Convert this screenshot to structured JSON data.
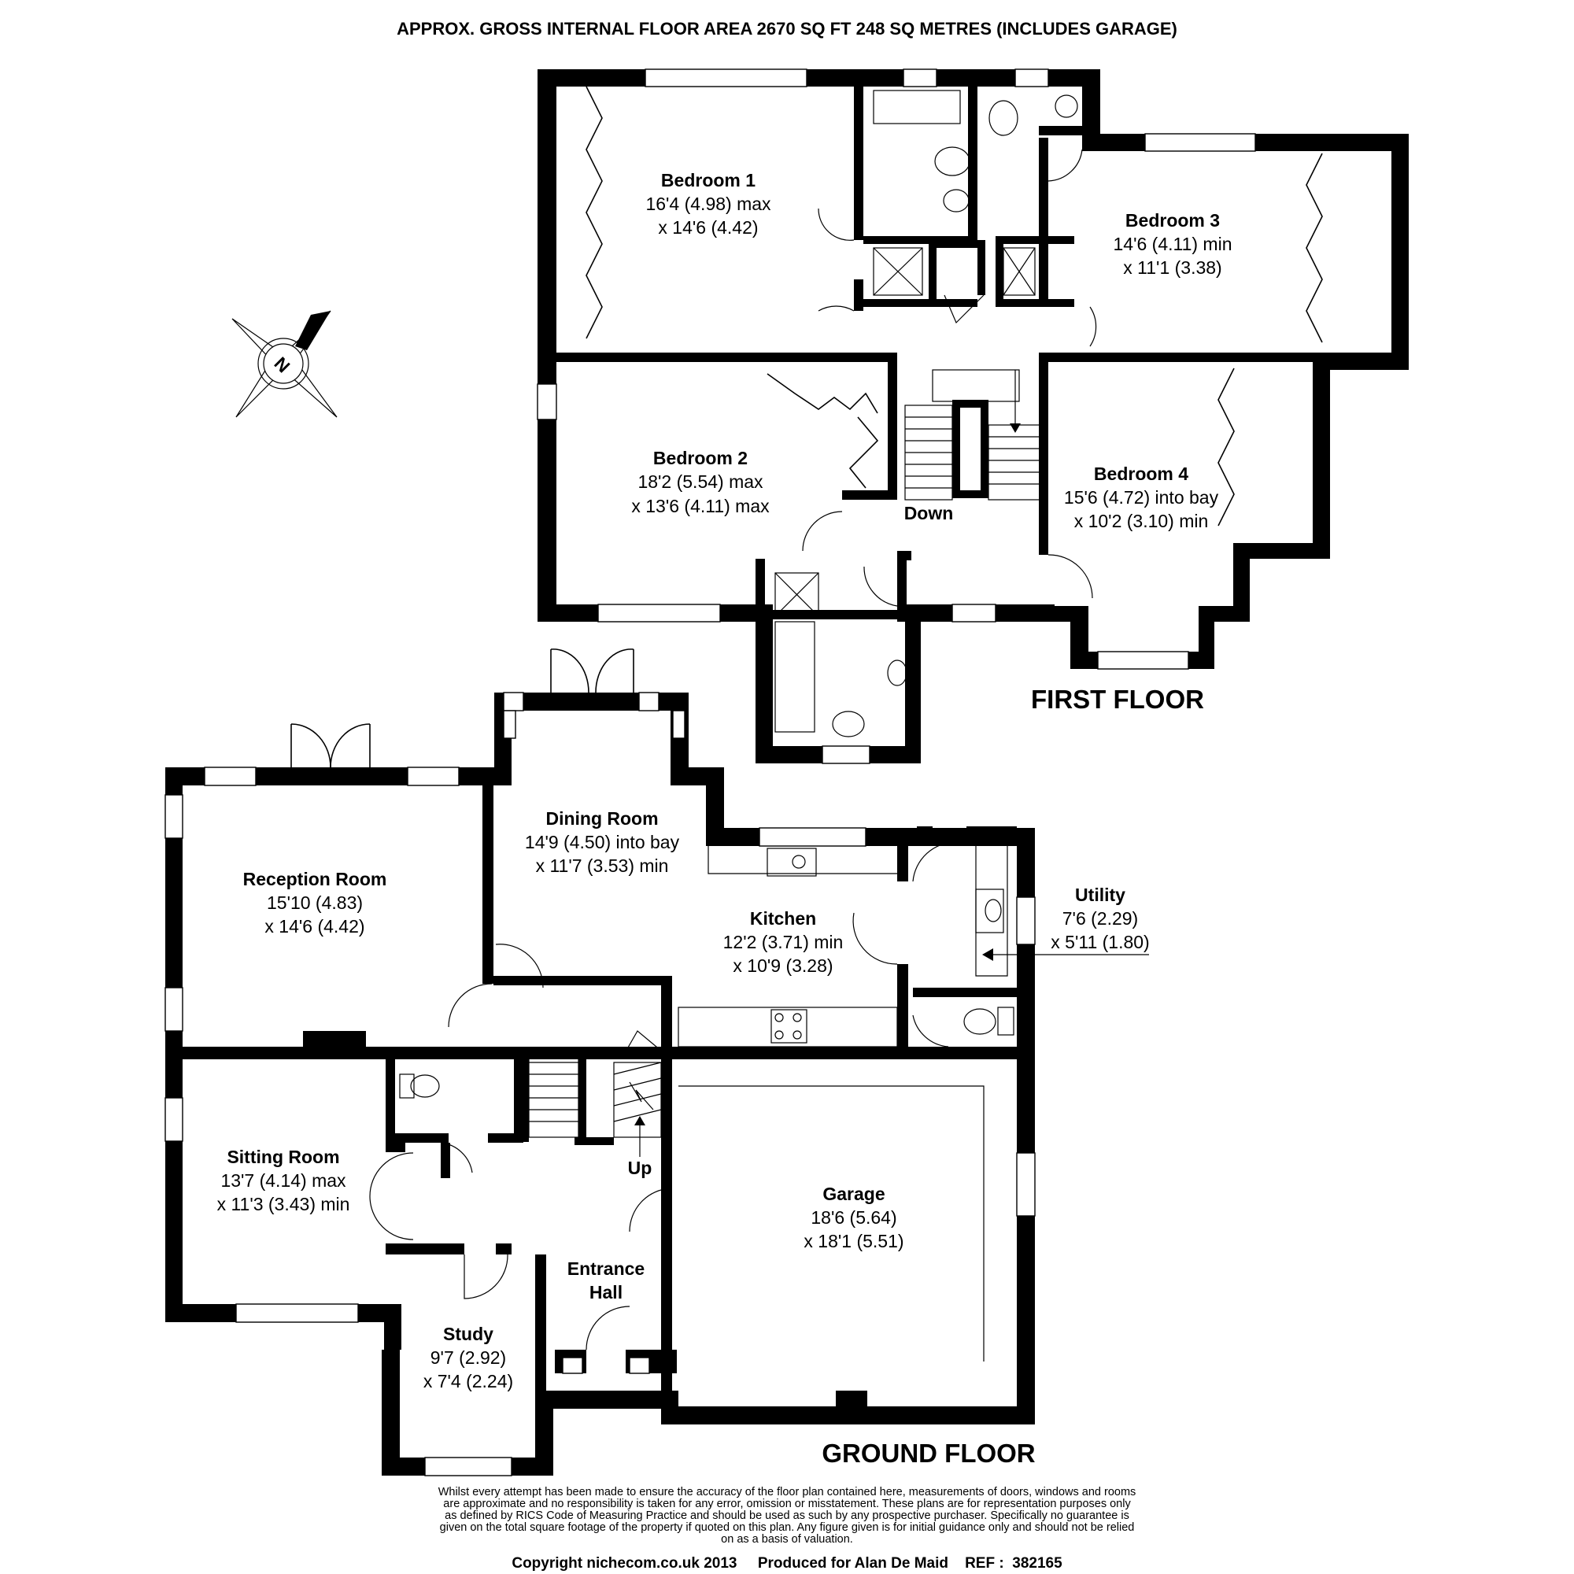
{
  "header": {
    "area_text": "APPROX. GROSS INTERNAL FLOOR AREA 2670 SQ FT 248 SQ METRES (INCLUDES GARAGE)"
  },
  "floors": {
    "first": "FIRST FLOOR",
    "ground": "GROUND FLOOR"
  },
  "compass": {
    "label": "N"
  },
  "rooms": {
    "bedroom1": {
      "name": "Bedroom 1",
      "dim1": "16'4 (4.98) max",
      "dim2": "x 14'6 (4.42)"
    },
    "bedroom2": {
      "name": "Bedroom 2",
      "dim1": "18'2 (5.54) max",
      "dim2": "x 13'6 (4.11) max"
    },
    "bedroom3": {
      "name": "Bedroom 3",
      "dim1": "14'6 (4.11) min",
      "dim2": "x 11'1 (3.38)"
    },
    "bedroom4": {
      "name": "Bedroom 4",
      "dim1": "15'6 (4.72) into bay",
      "dim2": "x 10'2 (3.10) min"
    },
    "dining": {
      "name": "Dining Room",
      "dim1": "14'9 (4.50) into bay",
      "dim2": "x 11'7 (3.53) min"
    },
    "reception": {
      "name": "Reception Room",
      "dim1": "15'10 (4.83)",
      "dim2": "x 14'6 (4.42)"
    },
    "kitchen": {
      "name": "Kitchen",
      "dim1": "12'2 (3.71) min",
      "dim2": "x 10'9 (3.28)"
    },
    "utility": {
      "name": "Utility",
      "dim1": "7'6 (2.29)",
      "dim2": "x 5'11 (1.80)"
    },
    "sitting": {
      "name": "Sitting Room",
      "dim1": "13'7 (4.14) max",
      "dim2": "x 11'3 (3.43) min"
    },
    "garage": {
      "name": "Garage",
      "dim1": "18'6 (5.64)",
      "dim2": "x 18'1 (5.51)"
    },
    "entrance": {
      "line1": "Entrance",
      "line2": "Hall"
    },
    "study": {
      "name": "Study",
      "dim1": "9'7 (2.92)",
      "dim2": "x 7'4 (2.24)"
    }
  },
  "stairs": {
    "down": "Down",
    "up": "Up"
  },
  "disclaimer": {
    "line1": "Whilst every attempt has been made to ensure the accuracy of the floor plan contained here, measurements of doors, windows and rooms",
    "line2": "are approximate and no responsibility is taken for any error, omission or misstatement. These plans are for representation purposes only",
    "line3": "as defined by RICS Code of Measuring Practice and should be used as such by any prospective purchaser.  Specifically no guarantee is",
    "line4": "given on the total square footage of the property if quoted on this plan. Any figure given is for initial guidance only and should not be relied",
    "line5": "on as a basis of valuation."
  },
  "footer": {
    "copyright": "Copyright nichecom.co.uk 2013     Produced for Alan De Maid    REF :  382165"
  }
}
